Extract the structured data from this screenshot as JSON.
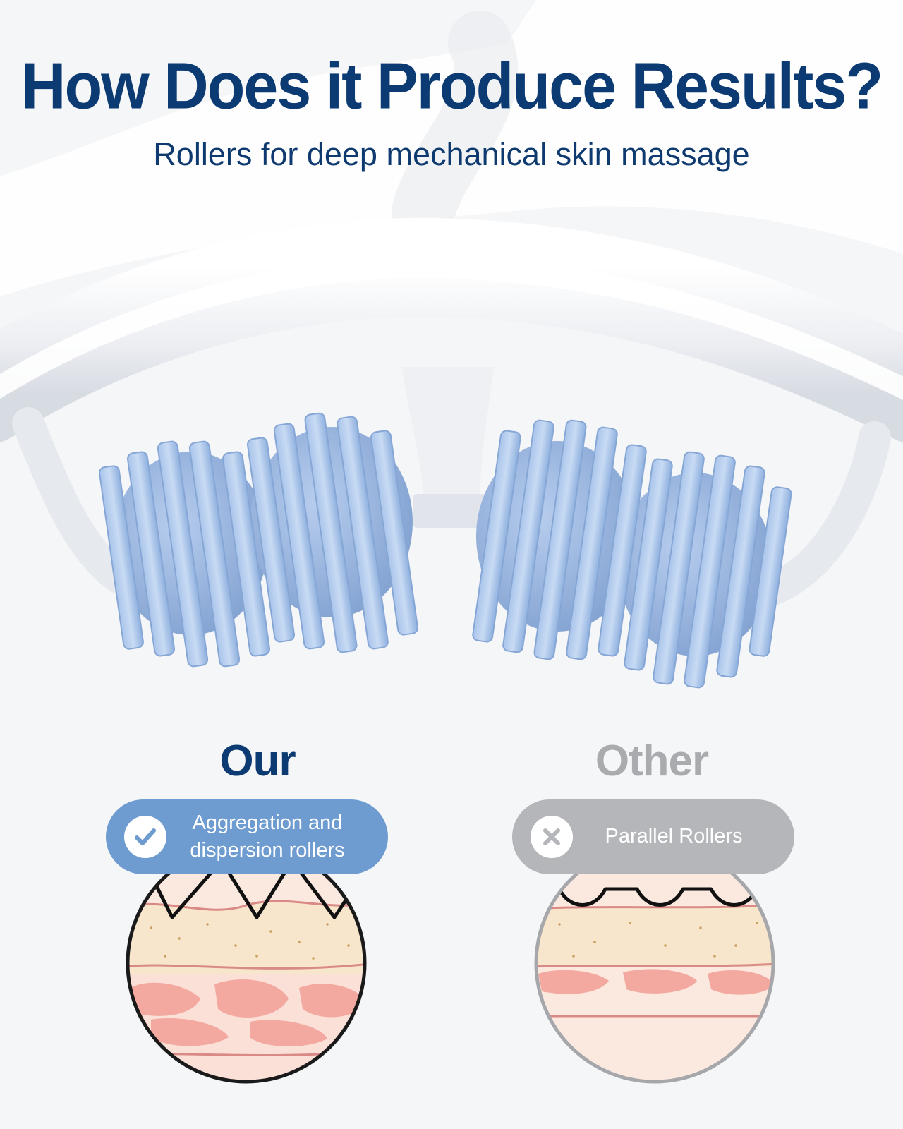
{
  "heading": {
    "title": "How Does it Produce Results?",
    "subtitle": "Rollers for deep mechanical skin massage"
  },
  "comparison": {
    "ours": {
      "header": "Our",
      "badge_icon": "check-icon",
      "label_line1": "Aggregation and",
      "label_line2": "dispersion rollers",
      "accent": "#0c3a72",
      "pill_color": "#6e9bd0"
    },
    "other": {
      "header": "Other",
      "badge_icon": "x-icon",
      "label": "Parallel Rollers",
      "accent": "#a9abae",
      "pill_color": "#b4b6b9"
    }
  },
  "colors": {
    "roller_blue": "#9dbbe3",
    "skin_pink": "#f3a9a0",
    "skin_cream": "#f8e6cc"
  }
}
